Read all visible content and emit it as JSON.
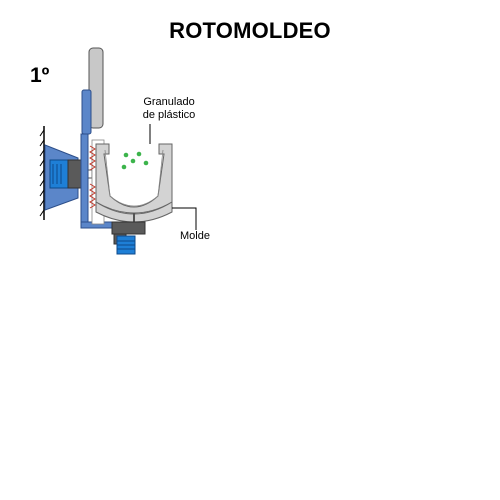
{
  "title": "ROTOMOLDEO",
  "step": "1º",
  "labels": {
    "granulado_line1": "Granulado",
    "granulado_line2": "de plástico",
    "molde": "Molde"
  },
  "colors": {
    "arm_blue": "#5b86c9",
    "motor_blue": "#1e7fd6",
    "mold_gray": "#d3d3d3",
    "dark_gray": "#5a5a5a",
    "heater_red": "#c0392b",
    "granule_green": "#3cb44b"
  }
}
